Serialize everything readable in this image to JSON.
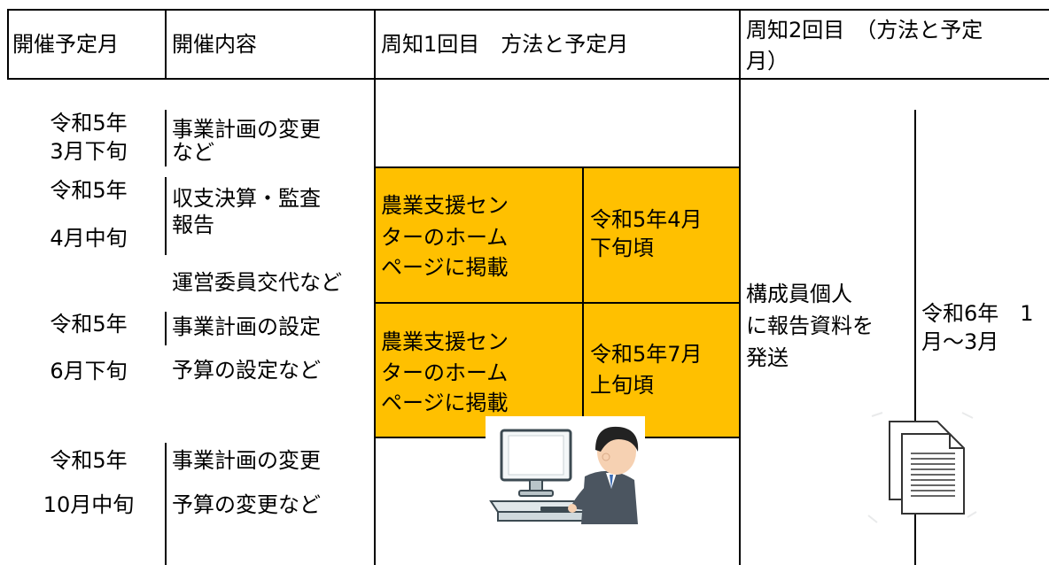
{
  "colors": {
    "highlight": "#FFC000",
    "border": "#000000"
  },
  "header": {
    "col1": "開催予定月",
    "col2": "開催内容",
    "col3": "周知1回目　方法と予定月",
    "col4_line1": "周知2回目　（方法と予定",
    "col4_line2": "月）"
  },
  "rows": [
    {
      "month_line1": "令和5年",
      "month_line2": "3月下旬",
      "content_line1": "事業計画の変更",
      "content_line2": "など"
    },
    {
      "month_line1": "令和5年",
      "month_line2": "4月中旬",
      "content_line1": "収支決算・監査",
      "content_line2": "報告",
      "content_line3": "運営委員交代など",
      "method_line1": "農業支援セン",
      "method_line2": "ターのホーム",
      "method_line3": "ページに掲載",
      "date_line1": "令和5年4月",
      "date_line2": "下旬頃"
    },
    {
      "month_line1": "令和5年",
      "month_line2": "6月下旬",
      "content_line1": "事業計画の設定",
      "content_line2": "予算の設定など",
      "method_line1": "農業支援セン",
      "method_line2": "ターのホーム",
      "method_line3": "ページに掲載",
      "date_line1": "令和5年7月",
      "date_line2": "上旬頃"
    },
    {
      "month_line1": "令和5年",
      "month_line2": "10月中旬",
      "content_line1": "事業計画の変更",
      "content_line2": "予算の変更など"
    }
  ],
  "second_notice": {
    "method_line1": "構成員個人",
    "method_line2": "に報告資料を",
    "method_line3": "発送",
    "date_line1": "令和6年　1",
    "date_line2": "月～3月"
  },
  "icons": [
    "computer-user-illustration",
    "document-stack-icon"
  ]
}
